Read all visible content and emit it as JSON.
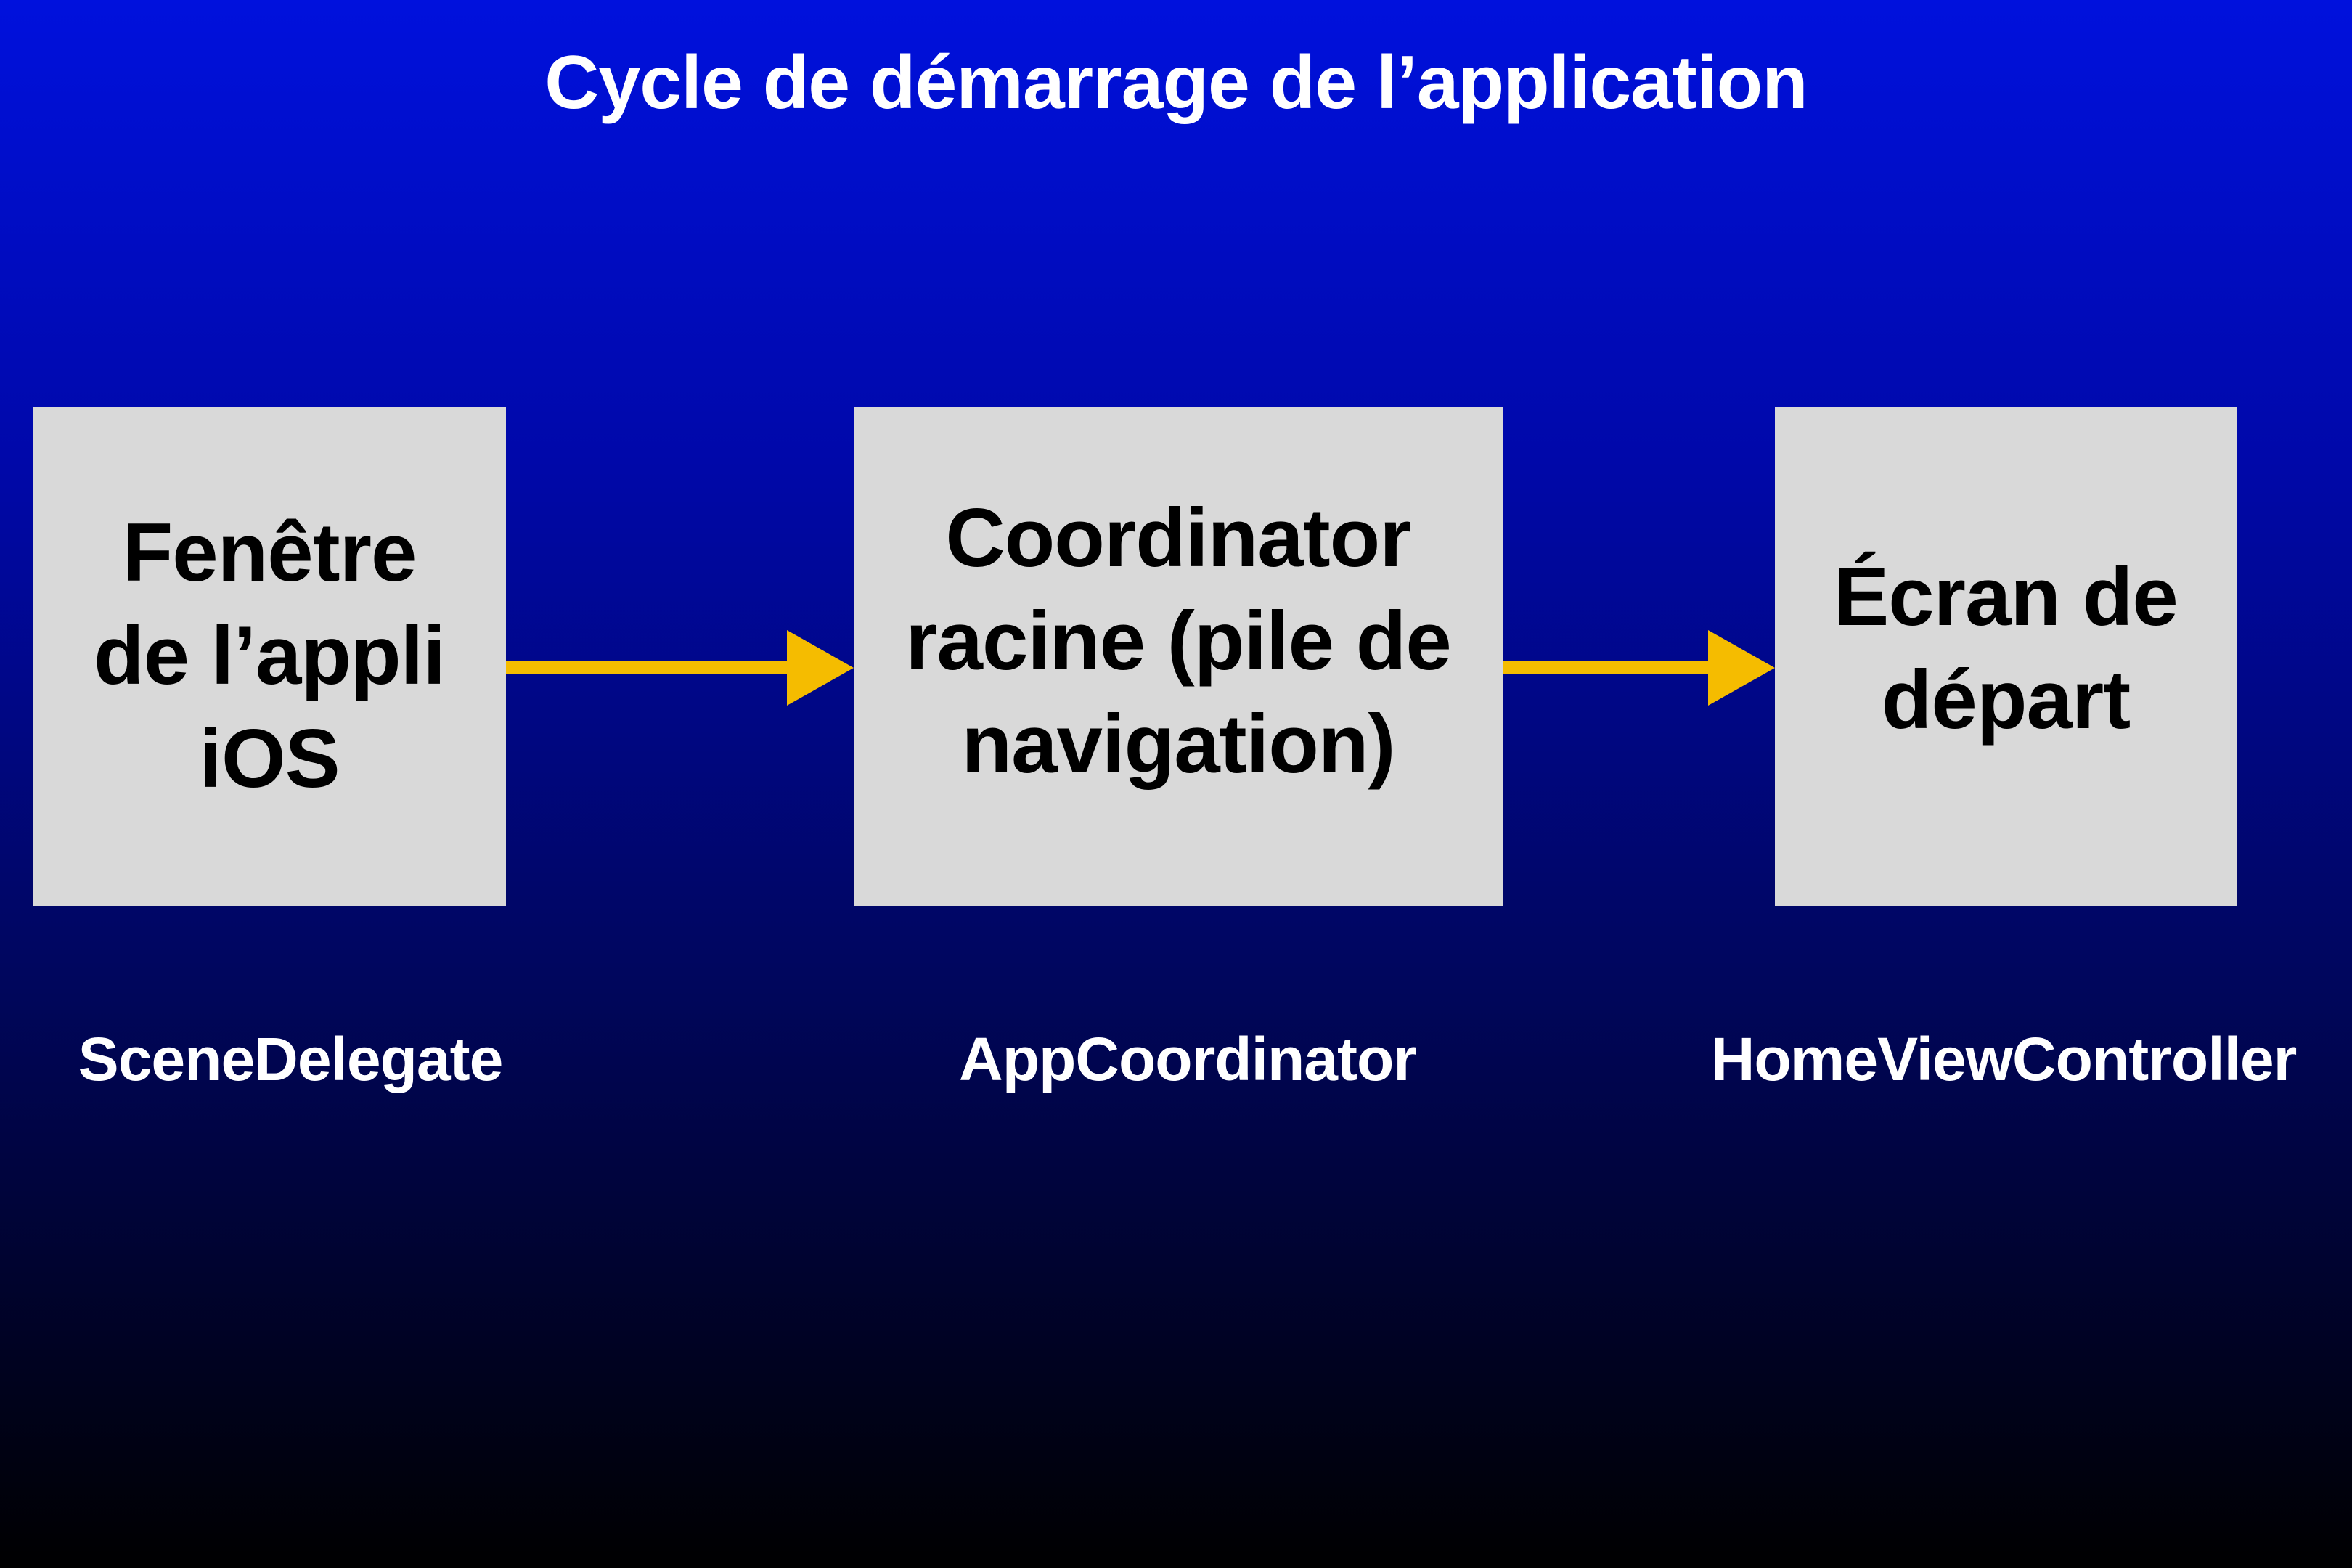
{
  "title": "Cycle de démarrage de l’application",
  "colors": {
    "arrow": "#f5bc00",
    "box_fill": "#d9d9d9",
    "text_light": "#ffffff",
    "text_dark": "#000000"
  },
  "nodes": [
    {
      "lines": [
        "Fenêtre",
        "de l’appli",
        "iOS"
      ],
      "caption": "SceneDelegate"
    },
    {
      "lines": [
        "Coordinator",
        "racine (pile de",
        "navigation)"
      ],
      "caption": "AppCoordinator"
    },
    {
      "lines": [
        "Écran de",
        "départ"
      ],
      "caption": "HomeViewController"
    }
  ]
}
